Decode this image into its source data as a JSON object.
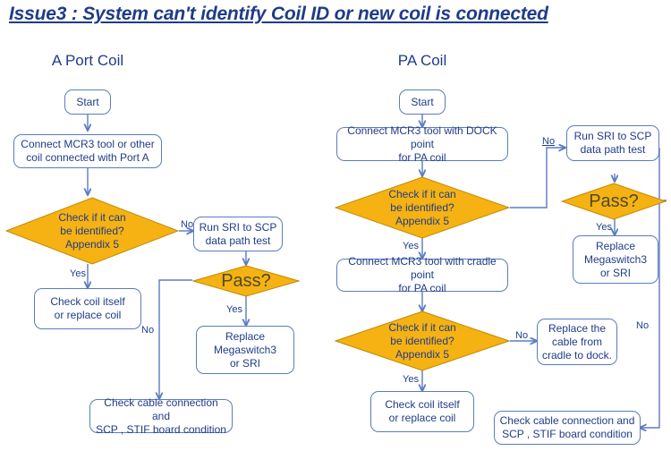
{
  "title": "Issue3 : System can't identify Coil ID or new coil is connected",
  "colors": {
    "title_blue": "#1F3C88",
    "text_blue": "#1F3C88",
    "box_border": "#5B7BC0",
    "diamond_fill": "#F5B212",
    "diamond_border": "#C08A00",
    "pass_text": "#4F4A28",
    "wire": "#5B7BC0",
    "background": "#FFFFFF"
  },
  "sections": [
    {
      "id": "a-port-coil",
      "heading": "A Port Coil"
    },
    {
      "id": "pa-coil",
      "heading": "PA Coil"
    }
  ],
  "a_port_coil": {
    "heading": "A Port Coil",
    "nodes": {
      "start": "Start",
      "connect": "Connect MCR3 tool or other\ncoil connected with Port A",
      "check_identified": "Check if it can\nbe identified?\nAppendix 5",
      "run_sri": "Run SRI to SCP\ndata path test",
      "pass": "Pass?",
      "check_coil": "Check coil itself\nor replace coil",
      "replace_mega": "Replace\nMegaswitch3\nor SRI",
      "check_cable": "Check cable connection and\nSCP , STIF board condition"
    },
    "edge_labels": {
      "check_no": "No",
      "check_yes": "Yes",
      "pass_yes": "Yes",
      "pass_no": "No"
    }
  },
  "pa_coil": {
    "heading": "PA Coil",
    "nodes": {
      "start": "Start",
      "connect_dock": "Connect MCR3 tool with DOCK point\nfor PA coil",
      "check_identified_1": "Check if it can\nbe identified?\nAppendix 5",
      "run_sri": "Run SRI to SCP\ndata path test",
      "pass": "Pass?",
      "replace_mega": "Replace\nMegaswitch3\nor SRI",
      "connect_cradle": "Connect MCR3 tool with cradle point\nfor PA coil",
      "check_identified_2": "Check if it can\nbe identified?\nAppendix 5",
      "replace_cable": "Replace the\ncable from\ncradle to dock.",
      "check_coil": "Check coil itself\nor replace coil",
      "check_cable": "Check cable connection and\nSCP , STIF board condition"
    },
    "edge_labels": {
      "check1_no": "No",
      "check1_yes": "Yes",
      "pass_yes": "Yes",
      "pass_no": "No",
      "check2_no": "No",
      "check2_yes": "Yes"
    }
  }
}
